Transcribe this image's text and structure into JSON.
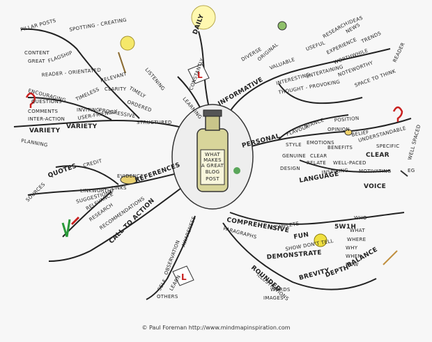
{
  "center": {
    "line1": "WHAT",
    "line2": "MAKES",
    "line3": "A GREAT",
    "line4": "BLOG",
    "line5": "POST"
  },
  "branches": {
    "daily": "DAILY",
    "constantly": "CONSTANTLY",
    "learning": "LEARNING",
    "informative": "INFORMATIVE",
    "structured": "STRUCTURED",
    "personal": "PERSONAL",
    "references": "REFERENCES",
    "comprehensive": "COMPREHENSIVE",
    "awareness": "AWARENESS"
  },
  "labels": {
    "ideas": "IDEAS",
    "original": "ORIGINAL",
    "diverse": "DIVERSE",
    "valuable": "VALUABLE",
    "interesting": "INTERESTING",
    "entertaining": "ENTERTAINING",
    "thought_provoking": "THOUGHT - PROVOKING",
    "useful": "USEFUL",
    "experience": "EXPERIENCE",
    "worthwhile": "WORTHWHILE",
    "noteworthy": "NOTEWORTHY",
    "space_to_think": "SPACE TO THINK",
    "reader": "READER",
    "research": "RESEARCH",
    "news": "NEWS",
    "trends": "TRENDS",
    "spotting": "SPOTTING - CREATING",
    "pillar_posts": "PILLAR POSTS",
    "content": "CONTENT",
    "great": "GREAT",
    "flagship": "FLAGSHIP",
    "reader_orientated": "READER - ORIENTATED",
    "relevant": "RELEVANT",
    "clarity": "CLARITY",
    "timely": "TIMELY",
    "listening": "LISTENING",
    "encouraging": "ENCOURAGING",
    "timeless": "TIMELESS",
    "ordered": "ORDERED",
    "questions": "QUESTIONS",
    "inviting": "INVITING",
    "progressive": "PROGRESSIVE",
    "comments": "COMMENTS",
    "interaction": "INTER-ACTION",
    "user_friendly": "USER-FRIENDLY",
    "variety": "VARIETY",
    "planning": "PLANNING",
    "stance": "STANCE",
    "position": "POSITION",
    "flavour": "FLAVOUR",
    "opinion": "OPINION",
    "belief": "BELIEF",
    "style": "STYLE",
    "emotions": "EMOTIONS",
    "benefits": "BENEFITS",
    "understandable": "UNDERSTANDABLE",
    "specific": "SPECIFIC",
    "clear": "CLEAR",
    "genuine": "GENUINE",
    "relate": "RELATE",
    "well_paced": "WELL-PACED",
    "design": "DESIGN",
    "inspiring": "INSPIRING",
    "motivating": "MOTIVATING",
    "language": "LANGUAGE",
    "voice": "VOICE",
    "well_spaced": "WELL SPACED",
    "eg": "EG",
    "credit": "CREDIT",
    "evidence": "EVIDENCE",
    "quotes": "QUOTES",
    "links": "LINKS",
    "linkworthy": "LINKWORTHY",
    "suggestions": "SUGGESTIONS",
    "relevance": "RELEVANCE",
    "research2": "RESEARCH",
    "recommendations": "RECOMMENDATIONS",
    "call_to_action": "CALL TO ACTION",
    "sources": "SOURCES",
    "complete": "COMPLETE",
    "fun": "FUN",
    "show_dont_tell": "SHOW DON'T TELL",
    "demonstrate": "DEMONSTRATE",
    "rounded": "ROUNDED",
    "brevity": "BREVITY",
    "depth": "DEPTH",
    "balance": "BALANCE",
    "who": "WHO",
    "what": "WHAT",
    "where": "WHERE",
    "why": "WHY",
    "when": "WHEN",
    "how": "HOW",
    "paragraphs": "PARAGRAPHS",
    "illustrations": "ILLUSTRATIONS",
    "words": "WORDS",
    "images": "IMAGES",
    "observation": "OBSERVATION",
    "learn": "LEARN",
    "self": "SELF",
    "others": "OTHERS",
    "fivew1h": "5W1H"
  },
  "footer": {
    "credit": "© Paul Foreman http://www.mindmapinspiration.com"
  }
}
